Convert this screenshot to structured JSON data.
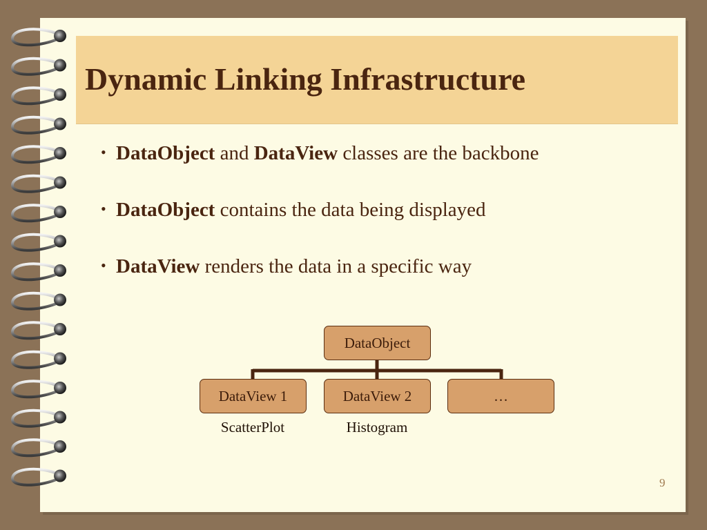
{
  "slide": {
    "title": "Dynamic Linking Infrastructure",
    "bullets": [
      {
        "bold1": "DataObject",
        "mid": " and ",
        "bold2": "DataView",
        "rest": " classes are the backbone"
      },
      {
        "bold1": "DataObject",
        "rest": " contains the data being displayed"
      },
      {
        "bold1": "DataView",
        "rest": " renders the data in a specific way"
      }
    ],
    "bullet_glyph": "•",
    "diagram": {
      "root": "DataObject",
      "children": [
        "DataView 1",
        "DataView 2",
        "…"
      ],
      "child_captions": [
        "ScatterPlot",
        "Histogram"
      ]
    },
    "page_number": "9"
  },
  "colors": {
    "background": "#8b7257",
    "paper": "#fdfbe4",
    "title_band": "#f4d496",
    "title_text": "#4a2510",
    "node_fill": "#d7a06b",
    "connector": "#4a2510"
  }
}
